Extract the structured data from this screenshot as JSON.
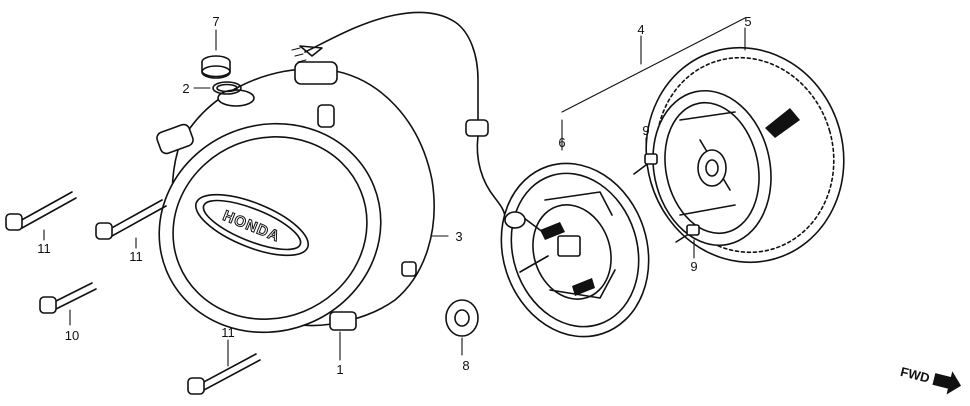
{
  "diagram": {
    "brand_text": "HONDA",
    "fwd_label": "FWD",
    "callouts": {
      "c1": "1",
      "c2": "2",
      "c3": "3",
      "c4": "4",
      "c5": "5",
      "c6": "6",
      "c7": "7",
      "c8": "8",
      "c9a": "9",
      "c9b": "9",
      "c10": "10",
      "c11a": "11",
      "c11b": "11",
      "c11c": "11"
    }
  }
}
